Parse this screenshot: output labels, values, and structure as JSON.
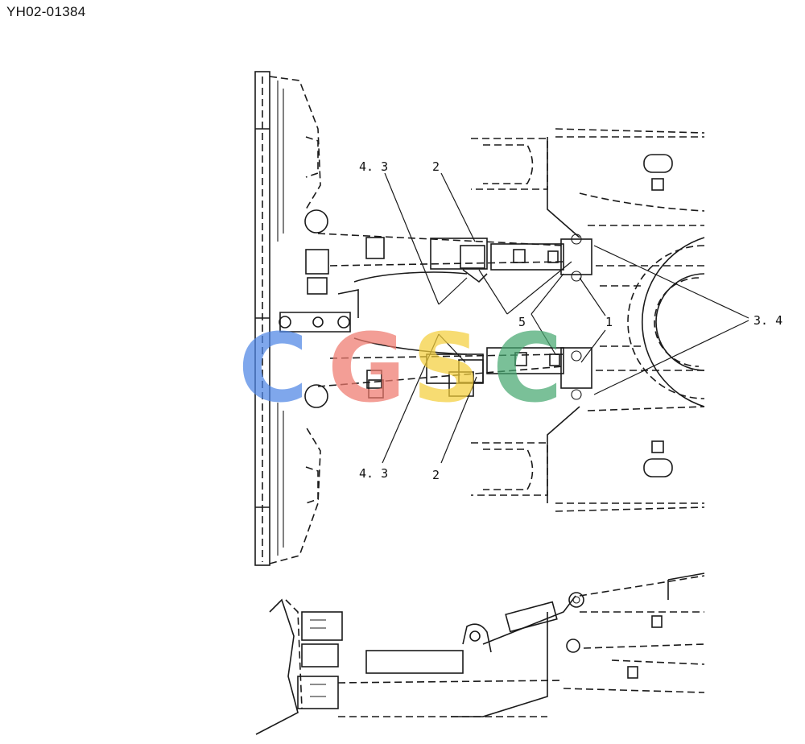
{
  "header": {
    "doc_code": "YH02-01384"
  },
  "callouts": {
    "upper_left": "4. 3",
    "upper_two": "2",
    "center_five": "5",
    "right_one": "1",
    "right_three_four": "3. 4",
    "lower_left": "4. 3",
    "lower_two": "2"
  },
  "watermark": {
    "letters": [
      "C",
      "G",
      "S",
      "C"
    ],
    "colors": [
      "#4f86e6",
      "#ef7a6e",
      "#f4cf3c",
      "#47a871"
    ]
  }
}
